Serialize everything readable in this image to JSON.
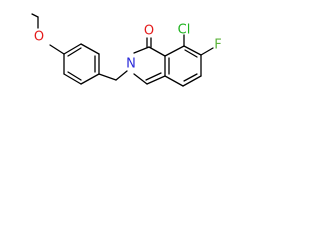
{
  "molecule": {
    "atoms": {
      "chlorine": {
        "text": "Cl",
        "color": "#1fb31f"
      },
      "fluorine": {
        "text": "F",
        "color": "#5bb33a"
      },
      "carbonyl_oxygen": {
        "text": "O",
        "color": "#e41a1a"
      },
      "ring_nitrogen": {
        "text": "N",
        "color": "#2b2bd9"
      },
      "methoxy_oxygen": {
        "text": "O",
        "color": "#e41a1a"
      }
    },
    "bond_color": "#000000",
    "background": "#ffffff"
  }
}
